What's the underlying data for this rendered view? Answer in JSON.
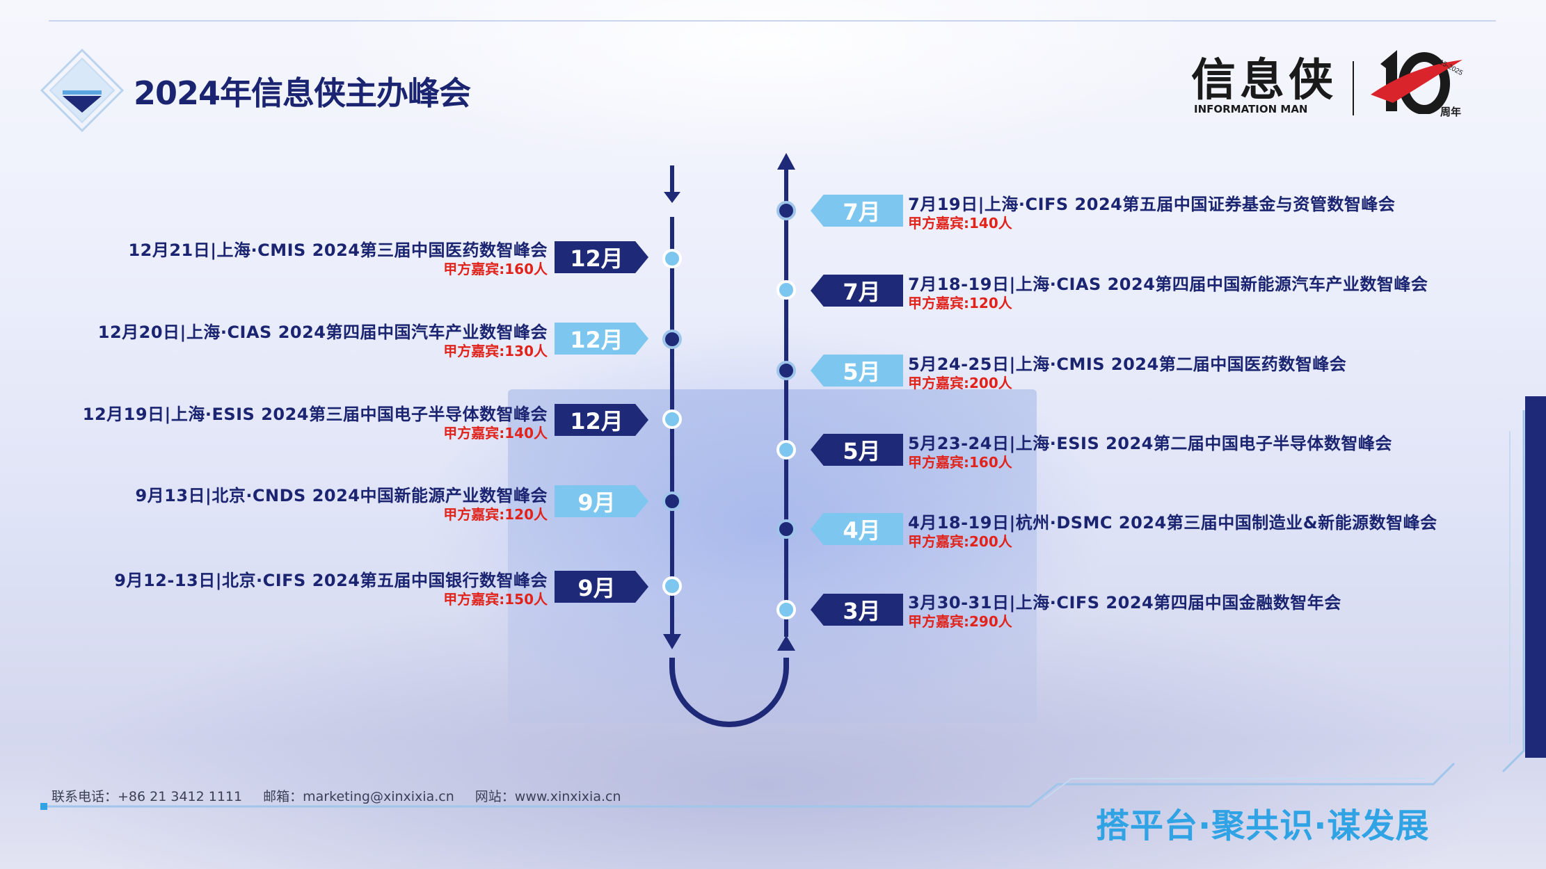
{
  "title": "2024年信息侠主办峰会",
  "brand": {
    "name_cn": "信息侠",
    "name_en": "INFORMATION MAN",
    "anniversary_years": "2015-2025",
    "anniversary_label": "周年"
  },
  "left_events": [
    {
      "month": "12月",
      "style": "dark",
      "title": "12月21日|上海·CMIS 2024第三届中国医药数智峰会",
      "guests": "甲方嘉宾:160人"
    },
    {
      "month": "12月",
      "style": "light",
      "title": "12月20日|上海·CIAS 2024第四届中国汽车产业数智峰会",
      "guests": "甲方嘉宾:130人"
    },
    {
      "month": "12月",
      "style": "dark",
      "title": "12月19日|上海·ESIS 2024第三届中国电子半导体数智峰会",
      "guests": "甲方嘉宾:140人"
    },
    {
      "month": "9月",
      "style": "light",
      "title": "9月13日|北京·CNDS 2024中国新能源产业数智峰会",
      "guests": "甲方嘉宾:120人"
    },
    {
      "month": "9月",
      "style": "dark",
      "title": "9月12-13日|北京·CIFS 2024第五届中国银行数智峰会",
      "guests": "甲方嘉宾:150人"
    }
  ],
  "right_events": [
    {
      "month": "7月",
      "style": "light",
      "title": "7月19日|上海·CIFS 2024第五届中国证券基金与资管数智峰会",
      "guests": "甲方嘉宾:140人"
    },
    {
      "month": "7月",
      "style": "dark",
      "title": "7月18-19日|上海·CIAS 2024第四届中国新能源汽车产业数智峰会",
      "guests": "甲方嘉宾:120人"
    },
    {
      "month": "5月",
      "style": "light",
      "title": "5月24-25日|上海·CMIS 2024第二届中国医药数智峰会",
      "guests": "甲方嘉宾:200人"
    },
    {
      "month": "5月",
      "style": "dark",
      "title": "5月23-24日|上海·ESIS 2024第二届中国电子半导体数智峰会",
      "guests": "甲方嘉宾:160人"
    },
    {
      "month": "4月",
      "style": "light",
      "title": "4月18-19日|杭州·DSMC 2024第三届中国制造业&新能源数智峰会",
      "guests": "甲方嘉宾:200人"
    },
    {
      "month": "3月",
      "style": "dark",
      "title": "3月30-31日|上海·CIFS 2024第四届中国金融数智年会",
      "guests": "甲方嘉宾:290人"
    }
  ],
  "footer": {
    "phone": "联系电话：+86 21 3412 1111",
    "email": "邮箱：marketing@xinxixia.cn",
    "website": "网站：www.xinxixia.cn"
  },
  "slogan": "搭平台·聚共识·谋发展",
  "colors": {
    "navy": "#1e2a78",
    "light_blue": "#7cc6ef",
    "red": "#e0231b",
    "slogan": "#2fa3e4"
  }
}
